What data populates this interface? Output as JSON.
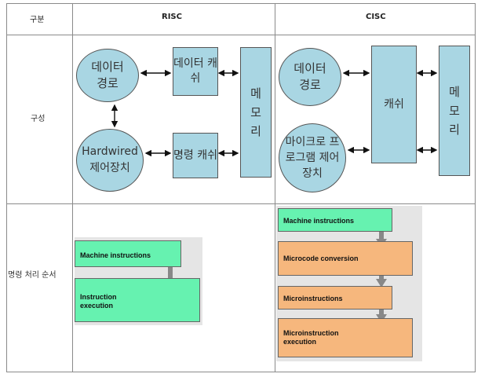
{
  "header": {
    "col_category": "구분",
    "col_risc": "RISC",
    "col_cisc": "CISC"
  },
  "rows": {
    "structure_label": "구성",
    "processing_label": "명령 처리 순서"
  },
  "risc_structure": {
    "datapath": "데이터 경로",
    "data_cache": "데이터 캐쉬",
    "hardwired": "Hardwired 제어장치",
    "instruction_cache": "명령 캐쉬",
    "memory": "메모리"
  },
  "cisc_structure": {
    "datapath": "데이터 경로",
    "microprogram": "마이크로 프로그램 제어장치",
    "cache": "캐쉬",
    "memory": "메모리"
  },
  "risc_flow": [
    "Machine instructions",
    "Instruction execution"
  ],
  "cisc_flow": [
    "Machine instructions",
    "Microcode conversion",
    "Microinstructions",
    "Microinstruction execution"
  ],
  "colors": {
    "diagram_fill": "#a9d6e3",
    "flow_green": "#66f2b0",
    "flow_orange": "#f6b77d",
    "border": "#8a8a8a"
  }
}
